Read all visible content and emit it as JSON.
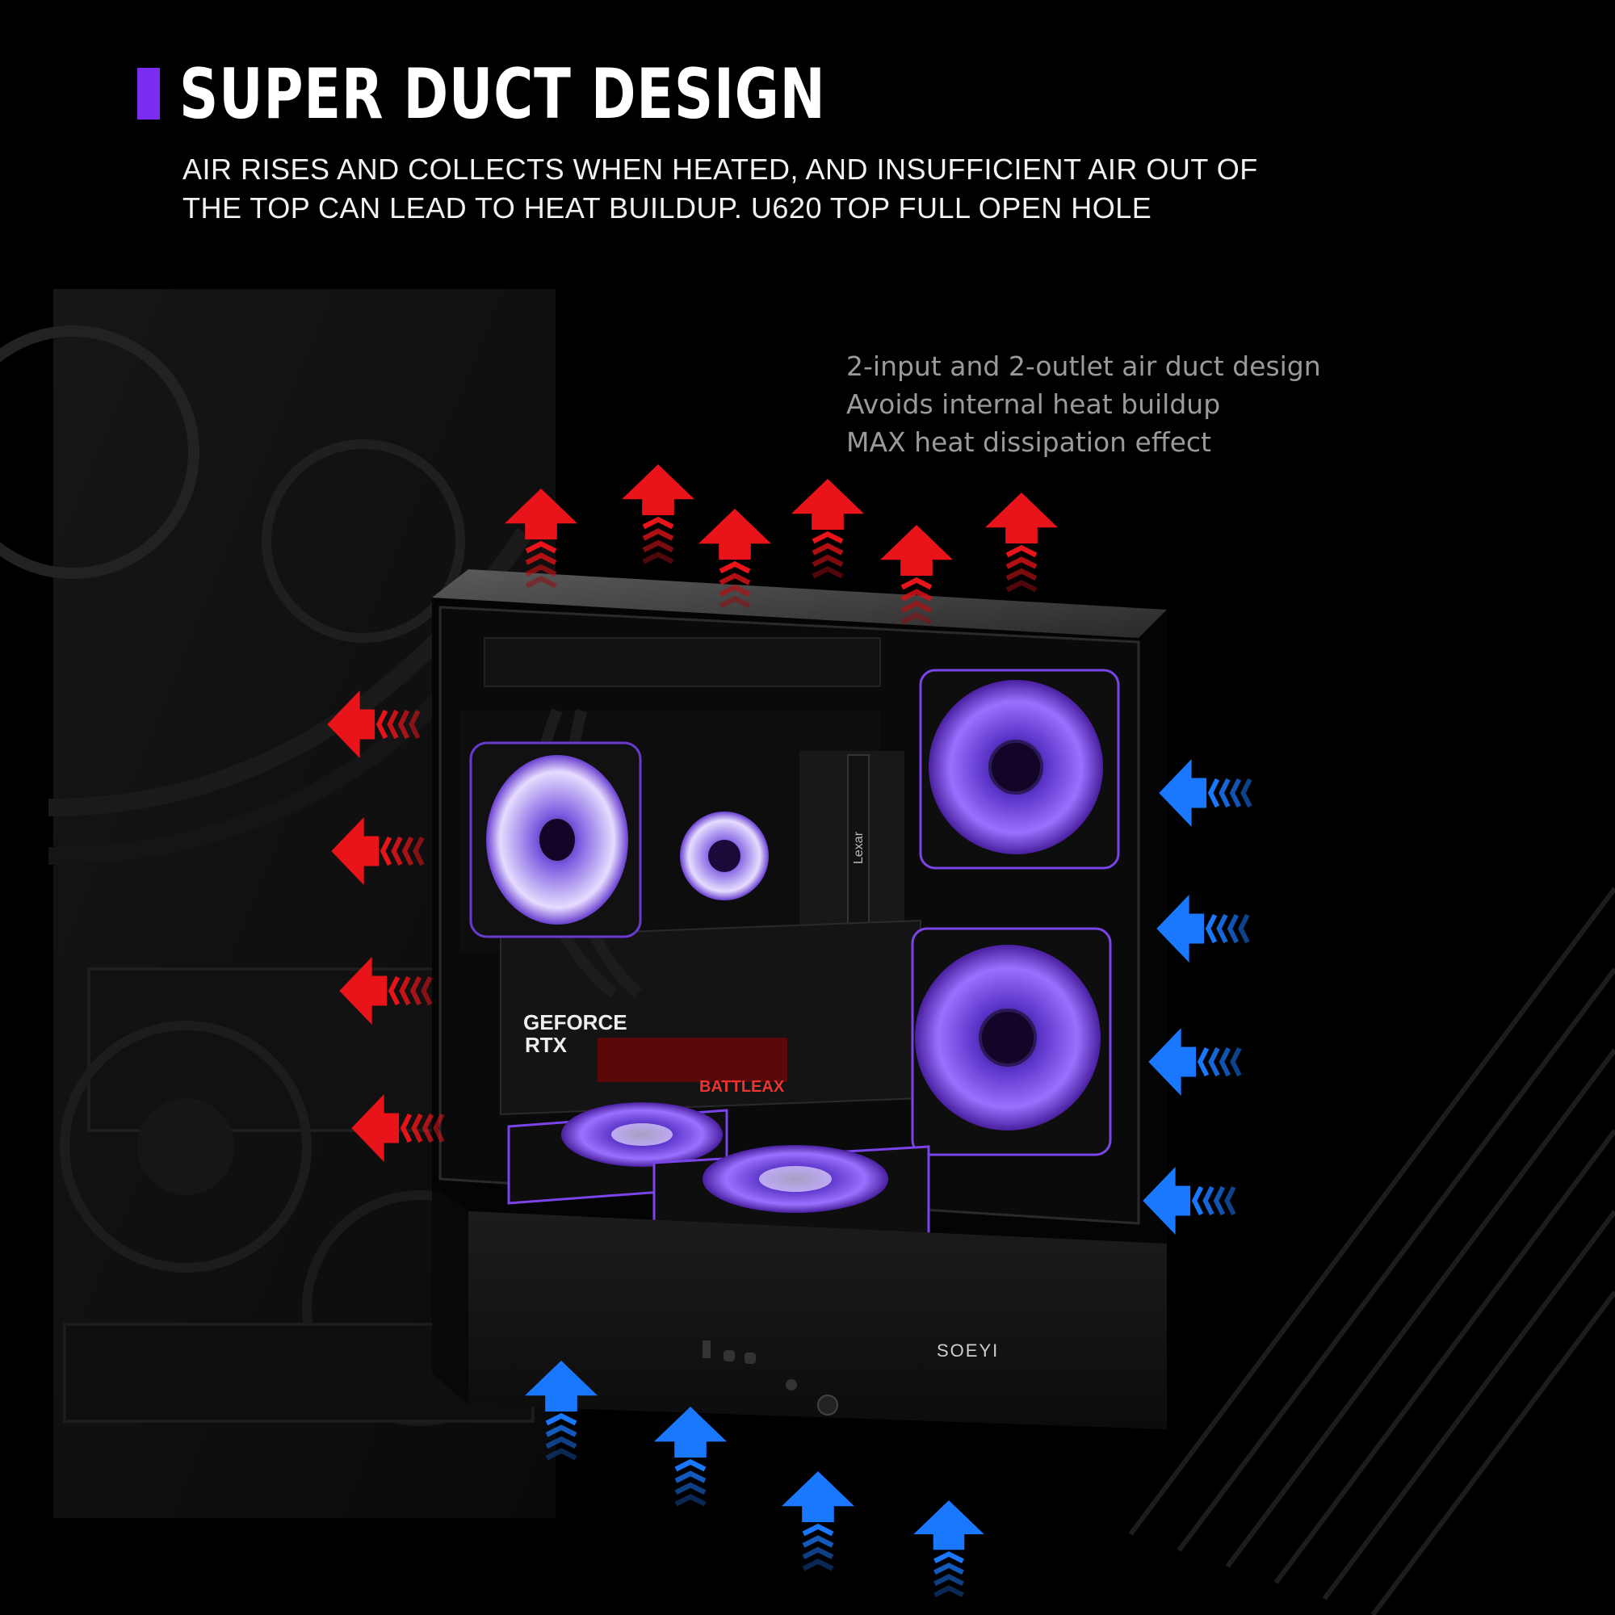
{
  "header": {
    "title": "SUPER DUCT DESIGN",
    "subtitle_line1": "AIR RISES AND COLLECTS WHEN HEATED, AND INSUFFICIENT AIR OUT OF",
    "subtitle_line2": "THE TOP CAN LEAD TO HEAT BUILDUP. U620 TOP FULL OPEN HOLE"
  },
  "features": [
    "2-input and 2-outlet air duct design",
    "Avoids internal heat buildup",
    "MAX heat dissipation effect"
  ],
  "colors": {
    "accent": "#7a2cf0",
    "exhaust_arrow": "#e8141a",
    "intake_arrow": "#1a78ff",
    "fan_glow": "#8a5cf5"
  },
  "product": {
    "gpu_label_1": "GEFORCE",
    "gpu_label_2": "RTX",
    "ram_label": "Lexar",
    "gpu_brand": "BATTLEAX",
    "case_brand": "SOEYI"
  }
}
